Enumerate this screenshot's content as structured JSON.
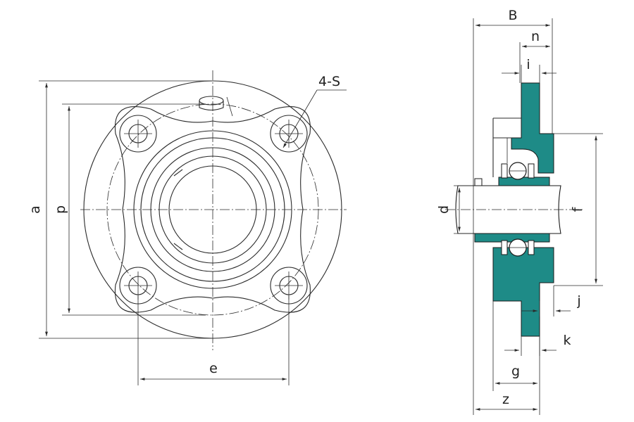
{
  "diagram": {
    "front_view": {
      "labels": {
        "a": "a",
        "p": "p",
        "e": "e",
        "bolt_holes": "4-S"
      }
    },
    "side_view": {
      "labels": {
        "B": "B",
        "n": "n",
        "i": "i",
        "d": "d",
        "f": "f",
        "j": "j",
        "k": "k",
        "g": "g",
        "z": "z"
      }
    },
    "colors": {
      "housing": "#1e8b87",
      "line": "#2a2a2a"
    }
  }
}
